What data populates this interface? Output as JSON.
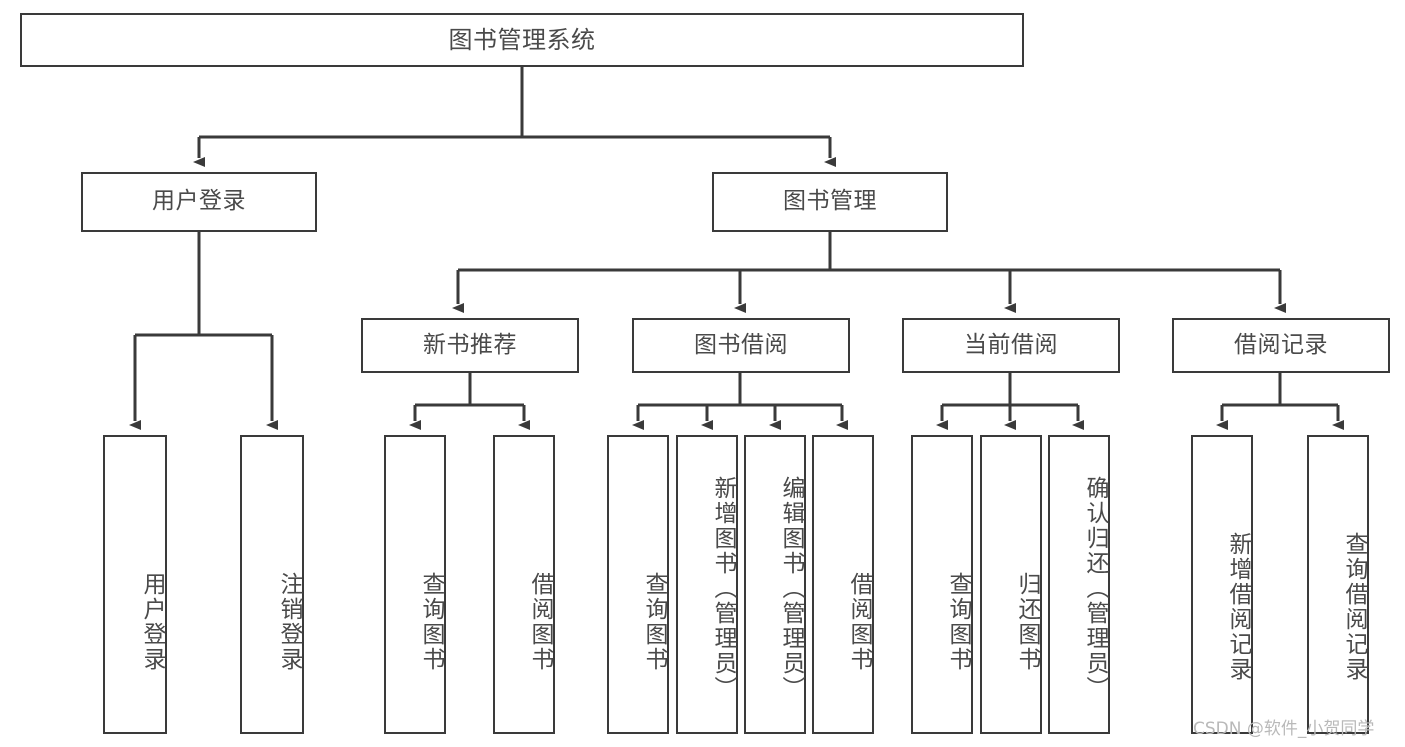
{
  "diagram": {
    "title": "图书管理系统",
    "type": "tree-hierarchy",
    "colors": {
      "stroke": "#3a3a3a",
      "fill": "#ffffff",
      "text": "#4a4a4a",
      "watermark": "#b9b9b9"
    }
  },
  "root": {
    "label": "图书管理系统"
  },
  "level1": [
    {
      "label": "用户登录"
    },
    {
      "label": "图书管理"
    }
  ],
  "level2": [
    {
      "label": "新书推荐"
    },
    {
      "label": "图书借阅"
    },
    {
      "label": "当前借阅"
    },
    {
      "label": "借阅记录"
    }
  ],
  "leaves": {
    "user_login": [
      {
        "label": "用户登录"
      },
      {
        "label": "注销登录"
      }
    ],
    "new_book_recommend": [
      {
        "label": "查询图书"
      },
      {
        "label": "借阅图书"
      }
    ],
    "book_borrow": [
      {
        "label": "查询图书"
      },
      {
        "label": "新增图书（管理员）"
      },
      {
        "label": "编辑图书（管理员）"
      },
      {
        "label": "借阅图书"
      }
    ],
    "current_borrow": [
      {
        "label": "查询图书"
      },
      {
        "label": "归还图书"
      },
      {
        "label": "确认归还（管理员）"
      }
    ],
    "borrow_record": [
      {
        "label": "新增借阅记录"
      },
      {
        "label": "查询借阅记录"
      }
    ]
  },
  "watermark": {
    "text": "CSDN @软件_小贺同学"
  }
}
